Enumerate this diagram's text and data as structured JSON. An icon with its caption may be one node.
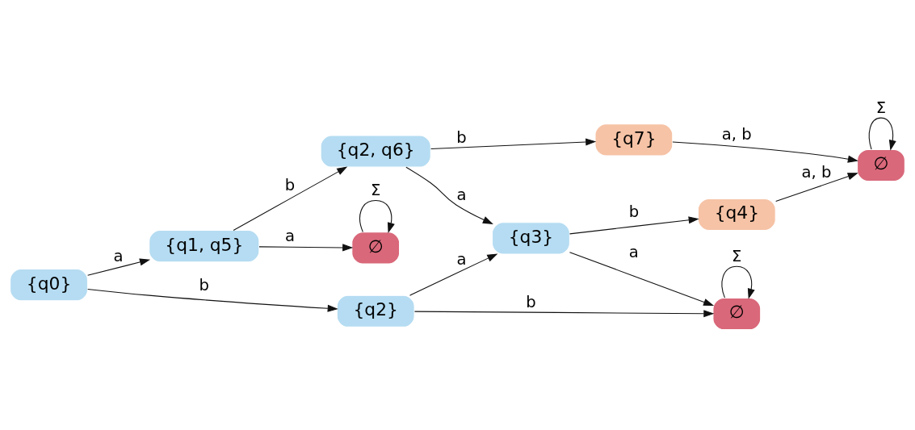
{
  "diagram": {
    "nodes": [
      {
        "text": [
          "{q0}"
        ]
      },
      {
        "text": [
          "{q1, q5}"
        ]
      },
      {
        "text": [
          "∅"
        ]
      },
      {
        "text": [
          "{q2, q6}"
        ]
      },
      {
        "text": [
          "{q2}"
        ]
      },
      {
        "text": [
          "{q3}"
        ]
      },
      {
        "text": [
          "{q7}"
        ]
      },
      {
        "text": [
          "∅"
        ]
      },
      {
        "text": [
          "{q4}"
        ]
      },
      {
        "text": [
          "∅"
        ]
      }
    ],
    "edges": [
      {
        "from": 0,
        "to": 1,
        "arrow": "to",
        "label": "a"
      },
      {
        "from": 0,
        "to": 4,
        "arrow": "to",
        "label": "b"
      },
      {
        "from": 1,
        "to": 2,
        "arrow": "to",
        "label": "a"
      },
      {
        "from": 1,
        "to": 3,
        "arrow": "to",
        "label": "b"
      },
      {
        "from": 2,
        "to": 2,
        "arrow": "to",
        "label": "Σ"
      },
      {
        "from": 3,
        "to": 5,
        "arrow": "to",
        "label": "a"
      },
      {
        "from": 3,
        "to": 6,
        "arrow": "to",
        "label": "b"
      },
      {
        "from": 4,
        "to": 5,
        "arrow": "to",
        "label": "a"
      },
      {
        "from": 4,
        "to": 7,
        "arrow": "to",
        "label": "b"
      },
      {
        "from": 5,
        "to": 7,
        "arrow": "to",
        "label": "a"
      },
      {
        "from": 5,
        "to": 8,
        "arrow": "to",
        "label": "b"
      },
      {
        "from": 6,
        "to": 9,
        "arrow": "to",
        "label": "a, b"
      },
      {
        "from": 7,
        "to": 7,
        "arrow": "to",
        "label": "Σ"
      },
      {
        "from": 8,
        "to": 9,
        "arrow": "to",
        "label": "a, b"
      },
      {
        "from": 9,
        "to": 9,
        "arrow": "to",
        "label": "Σ"
      }
    ]
  }
}
